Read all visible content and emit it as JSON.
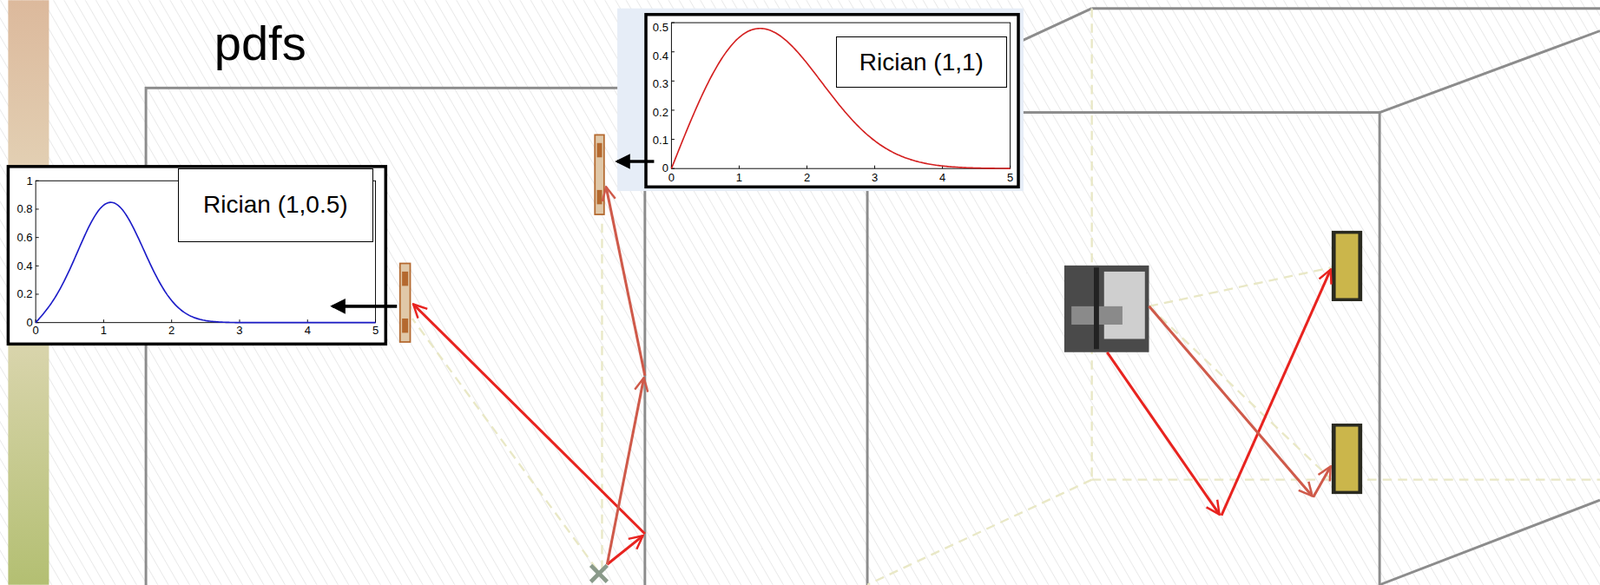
{
  "diagram": {
    "title": "pdfs",
    "nodes": [
      {
        "text": [
          "Rician (1,0.5)"
        ]
      },
      {
        "text": [
          "Rician (1,1)"
        ]
      }
    ],
    "labels": [
      "1",
      "0.8",
      "0.6",
      "0.4",
      "0.2",
      "0",
      "0",
      "1",
      "2",
      "3",
      "4",
      "5",
      "0.5",
      "0.4",
      "0.3",
      "0.2",
      "0.1",
      "0",
      "0",
      "1",
      "2",
      "3",
      "4",
      "5"
    ]
  }
}
